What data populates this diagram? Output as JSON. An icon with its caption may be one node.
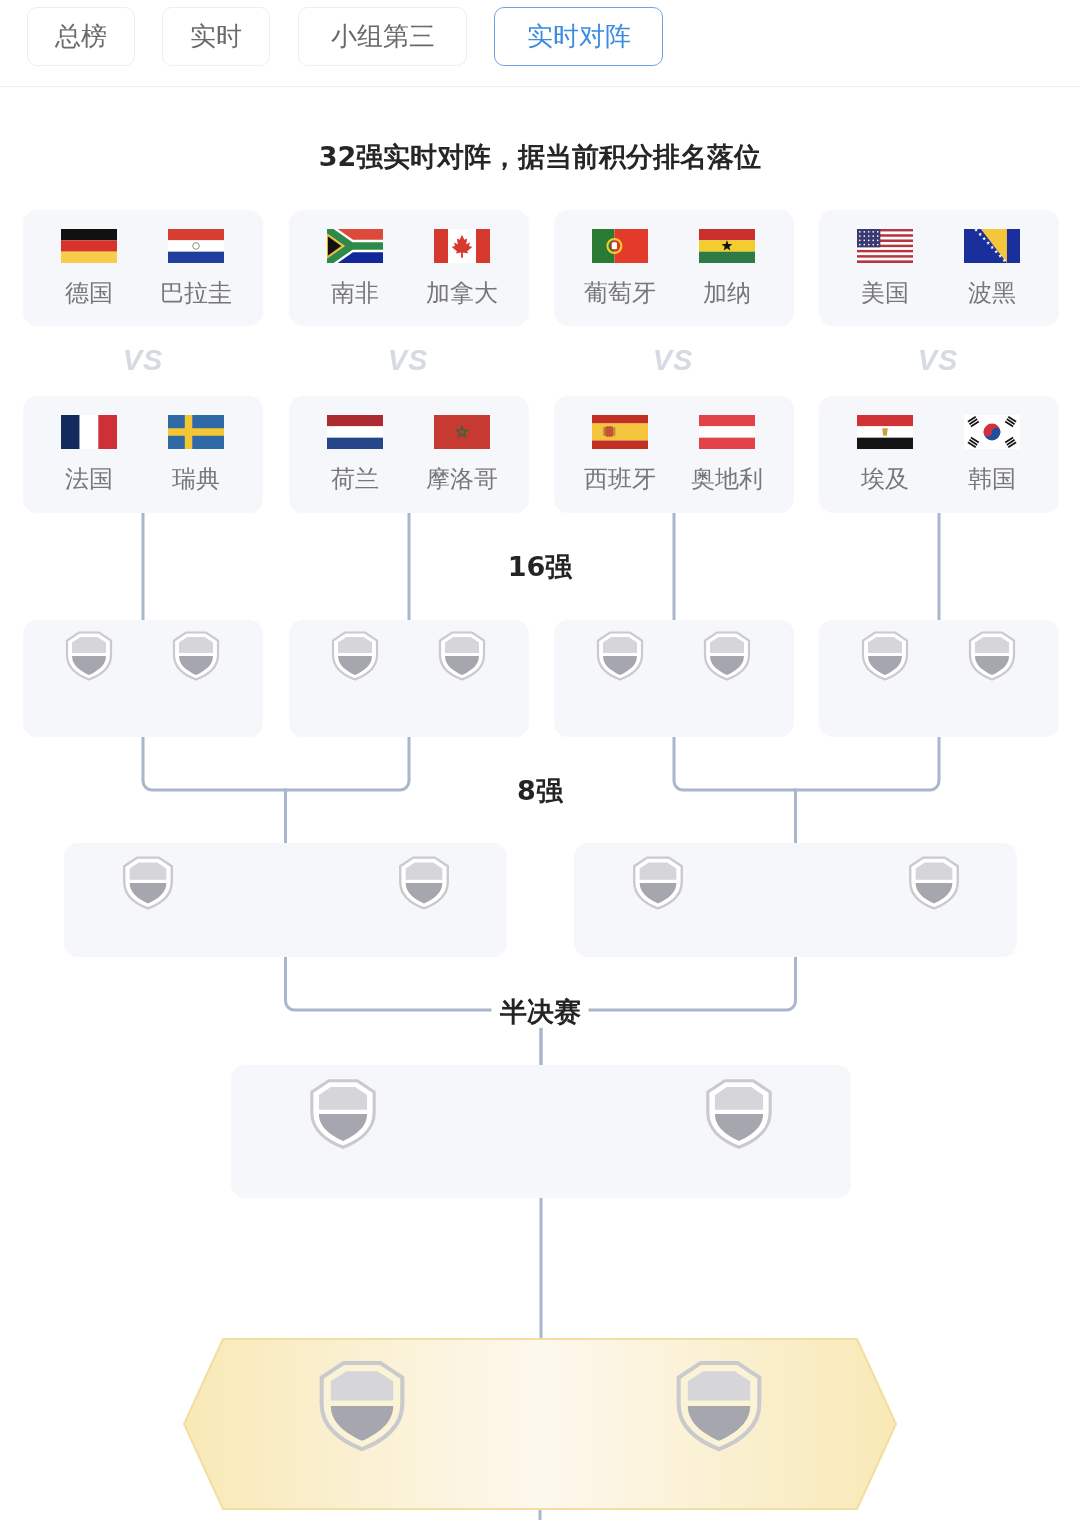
{
  "diagram": {
    "title": "32强实时对阵，据当前积分排名落位",
    "nodes": [
      {
        "text": [
          "总榜"
        ]
      },
      {
        "text": [
          "实时"
        ]
      },
      {
        "text": [
          "小组第三"
        ]
      },
      {
        "text": [
          "实时对阵"
        ]
      },
      {
        "text": [
          "德国",
          "巴拉圭"
        ]
      },
      {
        "text": [
          "南非",
          "加拿大"
        ]
      },
      {
        "text": [
          "葡萄牙",
          "加纳"
        ]
      },
      {
        "text": [
          "美国",
          "波黑"
        ]
      },
      {
        "text": [
          "法国",
          "瑞典"
        ]
      },
      {
        "text": [
          "荷兰",
          "摩洛哥"
        ]
      },
      {
        "text": [
          "西班牙",
          "奥地利"
        ]
      },
      {
        "text": [
          "埃及",
          "韩国"
        ]
      },
      {
        "text": [],
        "shape": "box"
      },
      {
        "text": [],
        "shape": "box"
      },
      {
        "text": [],
        "shape": "box"
      },
      {
        "text": [],
        "shape": "box"
      },
      {
        "text": [],
        "shape": "box"
      },
      {
        "text": [],
        "shape": "box"
      },
      {
        "text": [],
        "shape": "box"
      },
      {
        "text": [],
        "shape": "hexagon"
      }
    ],
    "edges": [
      {
        "from": 8,
        "to": 12,
        "arrow": "none"
      },
      {
        "from": 9,
        "to": 13,
        "arrow": "none"
      },
      {
        "from": 10,
        "to": 14,
        "arrow": "none"
      },
      {
        "from": 11,
        "to": 15,
        "arrow": "none"
      },
      {
        "from": 12,
        "to": 16,
        "arrow": "none"
      },
      {
        "from": 13,
        "to": 16,
        "arrow": "none"
      },
      {
        "from": 14,
        "to": 17,
        "arrow": "none"
      },
      {
        "from": 15,
        "to": 17,
        "arrow": "none"
      },
      {
        "from": 16,
        "to": 18,
        "arrow": "none"
      },
      {
        "from": 17,
        "to": 18,
        "arrow": "none"
      },
      {
        "from": 18,
        "to": 19,
        "arrow": "none"
      },
      {
        "from": 19,
        "to": null,
        "arrow": "none"
      }
    ],
    "labels": [
      "VS",
      "VS",
      "VS",
      "VS",
      "16强",
      "8强",
      "半决赛"
    ]
  }
}
